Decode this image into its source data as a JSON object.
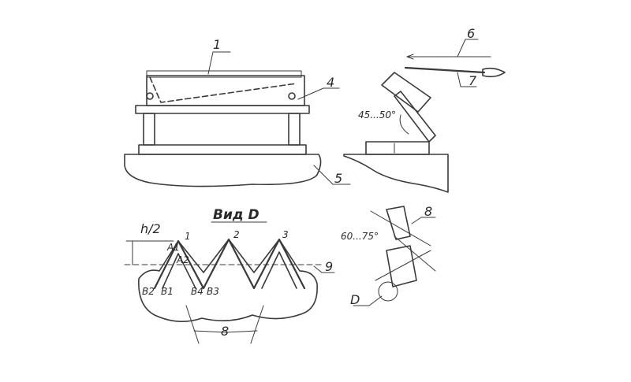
{
  "labels": {
    "n1": "1",
    "n4": "4",
    "n5": "5",
    "n6": "6",
    "n7": "7",
    "n8_right": "8",
    "n8_bottom": "8",
    "n9": "9",
    "angle_45_50": "45...50°",
    "angle_60_75": "60...75°",
    "view_title": "Вид D",
    "view_d_mark": "D",
    "h_half": "h/2",
    "tooth_1": "1",
    "tooth_2": "2",
    "tooth_3": "3",
    "a1": "A1",
    "a2": "A2",
    "b1": "B1",
    "b2": "B2",
    "b3": "B3",
    "b4": "B4"
  }
}
